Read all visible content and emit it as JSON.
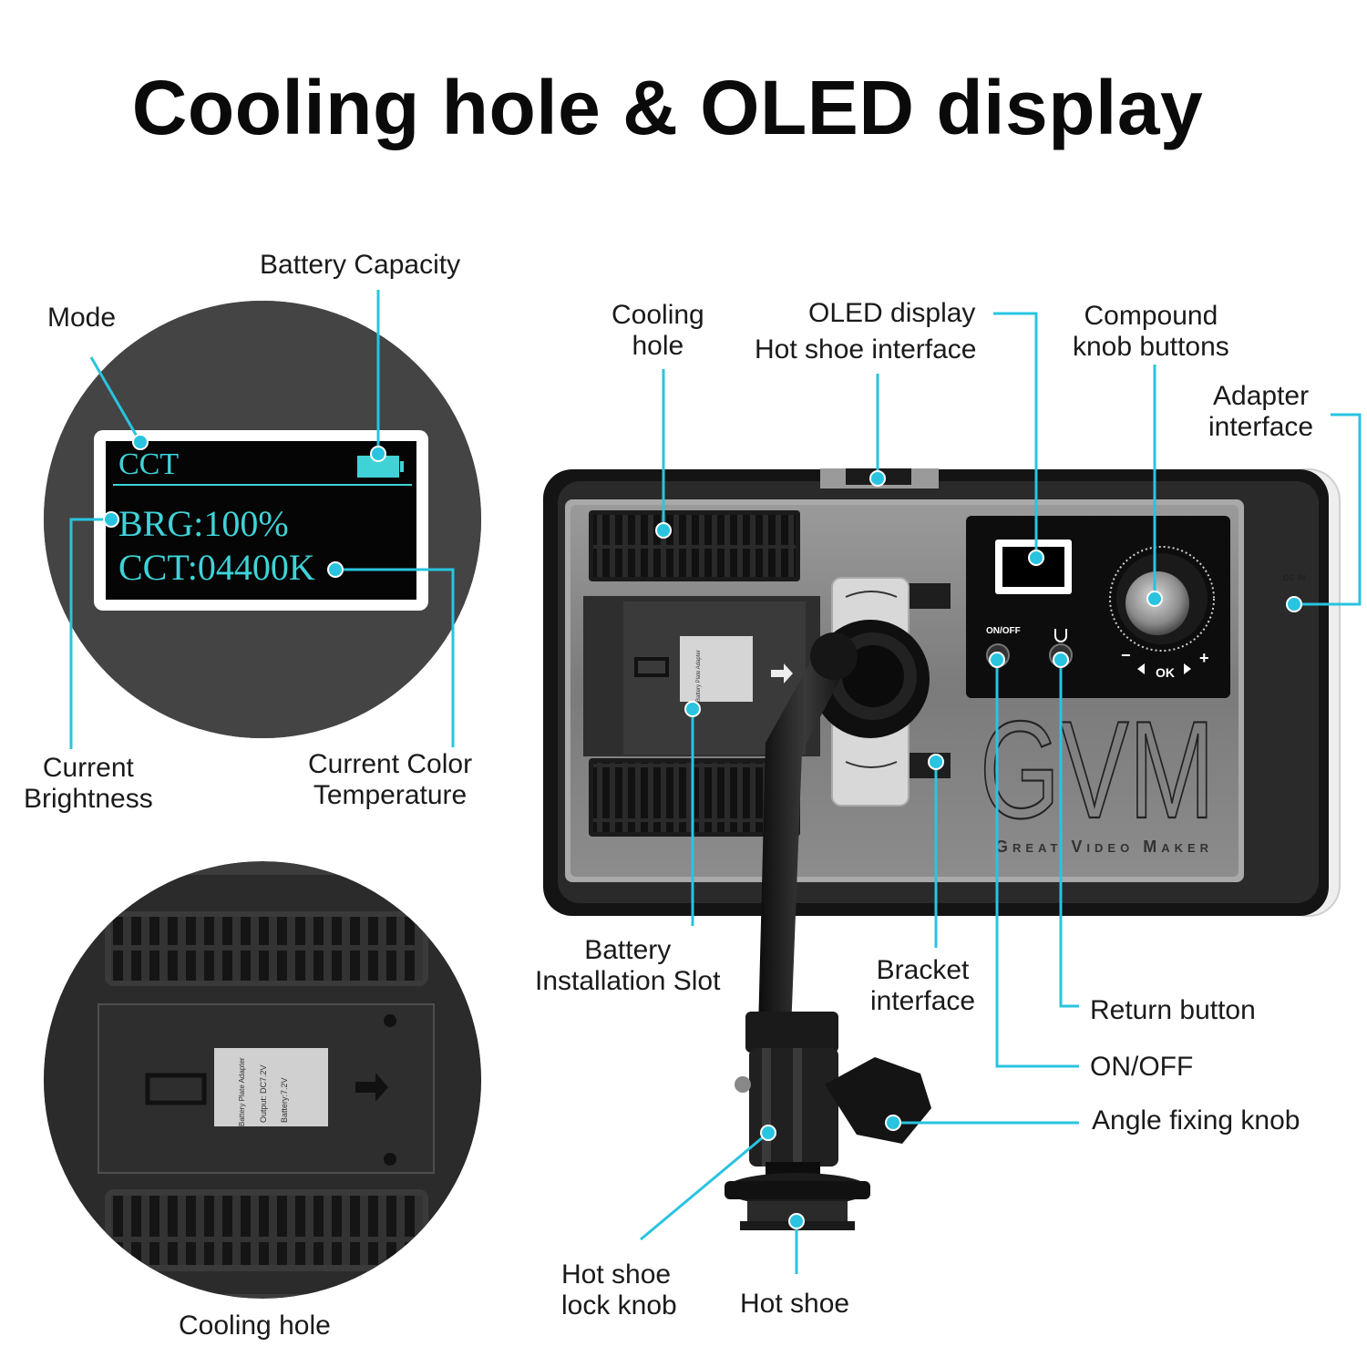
{
  "title": "Cooling hole & OLED display",
  "accent_color": "#29c4e0",
  "oled_screen": {
    "mode": "CCT",
    "brightness": "BRG:100%",
    "color_temp": "CCT:04400K"
  },
  "labels": {
    "battery_capacity": "Battery Capacity",
    "mode": "Mode",
    "current_brightness": "Current\nBrightness",
    "current_color_temperature": "Current Color\nTemperature",
    "cooling_hole_top": "Cooling\nhole",
    "oled_display": "OLED display",
    "hot_shoe_interface": "Hot shoe interface",
    "compound_knob_buttons": "Compound\nknob buttons",
    "adapter_interface": "Adapter\ninterface",
    "battery_installation_slot": "Battery\nInstallation Slot",
    "bracket_interface": "Bracket\ninterface",
    "return_button": "Return button",
    "on_off": "ON/OFF",
    "angle_fixing_knob": "Angle fixing knob",
    "hot_shoe_lock_knob": "Hot shoe\nlock knob",
    "hot_shoe": "Hot shoe",
    "cooling_hole_bottom": "Cooling hole"
  },
  "device": {
    "brand": "GVM",
    "tagline": "Great Video Maker",
    "dc_in": "DC IN",
    "on_off_key": "ON/OFF",
    "ok_label": "OK",
    "minus": "−",
    "plus": "+",
    "adapter_label": "Battery Plate Adapter",
    "adapter_output": "Output: DC7.2V",
    "adapter_battery": "Battery:7.2V"
  },
  "icons": [
    "return-icon",
    "arrow-right-icon",
    "chevron-left-icon",
    "chevron-right-icon",
    "battery-icon"
  ]
}
